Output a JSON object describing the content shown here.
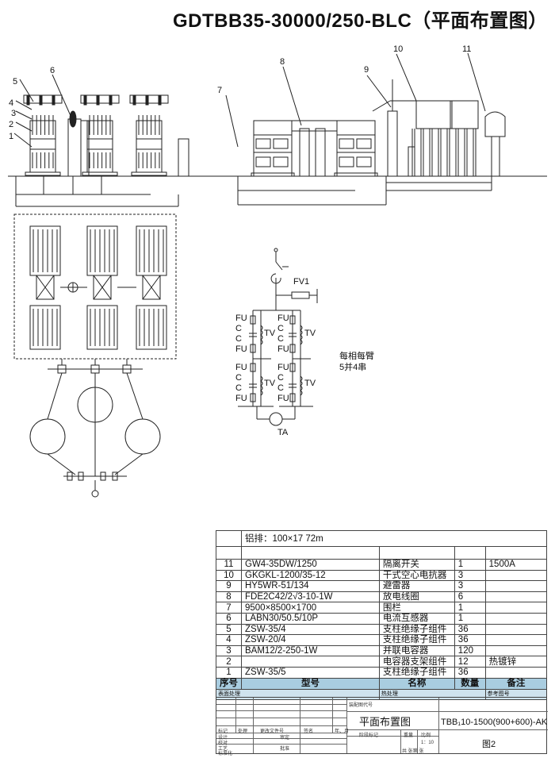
{
  "title": "GDTBB35-30000/250-BLC（平面布置图）",
  "elevation_labels": [
    "1",
    "2",
    "3",
    "4",
    "5",
    "6",
    "7",
    "8",
    "9",
    "10",
    "11"
  ],
  "schematic": {
    "fv1": "FV1",
    "fu": "FU",
    "c": "C",
    "tv": "TV",
    "ta": "TA",
    "note_line1": "每相每臂",
    "note_line2": "5并4串"
  },
  "parts_table": {
    "busbar": "铝排：100×17  72m",
    "rows": [
      {
        "no": "11",
        "model": "GW4-35DW/1250",
        "name": "隔离开关",
        "qty": "1",
        "note": "1500A"
      },
      {
        "no": "10",
        "model": "GKGKL-1200/35-12",
        "name": "干式空心电抗器",
        "qty": "3",
        "note": ""
      },
      {
        "no": "9",
        "model": "HY5WR-51/134",
        "name": "避雷器",
        "qty": "3",
        "note": ""
      },
      {
        "no": "8",
        "model": "FDE2C42/2√3-10-1W",
        "name": "放电线圈",
        "qty": "6",
        "note": ""
      },
      {
        "no": "7",
        "model": "9500×8500×1700",
        "name": "围栏",
        "qty": "1",
        "note": ""
      },
      {
        "no": "6",
        "model": "LABN30/50.5/10P",
        "name": "电流互感器",
        "qty": "1",
        "note": ""
      },
      {
        "no": "5",
        "model": "ZSW-35/4",
        "name": "支柱绝缘子组件",
        "qty": "36",
        "note": ""
      },
      {
        "no": "4",
        "model": "ZSW-20/4",
        "name": "支柱绝缘子组件",
        "qty": "36",
        "note": ""
      },
      {
        "no": "3",
        "model": "BAM12/2-250-1W",
        "name": "并联电容器",
        "qty": "120",
        "note": ""
      },
      {
        "no": "2",
        "model": "",
        "name": "电容器支架组件",
        "qty": "12",
        "note": "热镀锌"
      },
      {
        "no": "1",
        "model": "ZSW-35/5",
        "name": "支柱绝缘子组件",
        "qty": "36",
        "note": ""
      }
    ],
    "headers": {
      "no": "序号",
      "model": "型号",
      "name": "名称",
      "qty": "数量",
      "note": "备注"
    },
    "surface": {
      "surface_treatment": "表面处理",
      "heat_treatment": "热处理",
      "ref_drawing": "参考图号"
    }
  },
  "title_block": {
    "assembly_no": "装配图代号",
    "drawing_name": "平面布置图",
    "product_code": "TBB₁10-1500(900+600)-AK",
    "figure": "图2",
    "mark": "标记",
    "count": "处理",
    "change_doc": "更改文件号",
    "sign": "签名",
    "date": "年、月",
    "design": "设计",
    "check": "校对",
    "process": "工艺",
    "standard": "标准化",
    "review": "审定",
    "approve": "批准",
    "stage": "阶段标记",
    "weight": "重量",
    "scale_label": "比例",
    "scale": "1：10",
    "sheets": "共  张第  张"
  }
}
